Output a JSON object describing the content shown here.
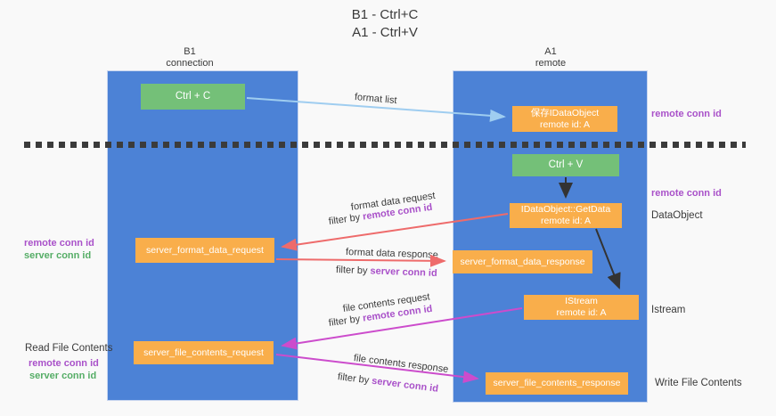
{
  "title": {
    "line1": "B1 - Ctrl+C",
    "line2": "A1 - Ctrl+V"
  },
  "lanes": {
    "left": {
      "name": "B1",
      "role": "connection"
    },
    "right": {
      "name": "A1",
      "role": "remote"
    }
  },
  "nodes": {
    "ctrl_c": "Ctrl + C",
    "ctrl_v": "Ctrl + V",
    "save_idataobject": {
      "line1": "保存IDataObject",
      "line2": "remote id: A"
    },
    "getdata": {
      "line1": "IDataObject::GetData",
      "line2": "remote id: A"
    },
    "istream": {
      "line1": "IStream",
      "line2": "remote id: A"
    },
    "format_request": "server_format_data_request",
    "format_response": "server_format_data_response",
    "file_request": "server_file_contents_request",
    "file_response": "server_file_contents_response"
  },
  "side_labels": {
    "remote_conn_id": "remote conn id",
    "server_conn_id": "server conn id",
    "dataobject": "DataObject",
    "istream": "Istream",
    "read_file_contents": "Read File Contents",
    "write_file_contents": "Write File Contents"
  },
  "flow_labels": {
    "format_list": "format list",
    "format_data_request": "format data request",
    "format_data_response": "format data response",
    "file_contents_request": "file contents request",
    "file_contents_response": "file contents response",
    "filter_by": "filter by",
    "remote_conn_id": "remote conn id",
    "server_conn_id": "server conn id"
  },
  "colors": {
    "background": "#f9f9f9",
    "lane_blue": "#4c82d6",
    "node_orange": "#f9ae4b",
    "node_green": "#74c078",
    "arrow_light_blue": "#9fcdf0",
    "arrow_black": "#333333",
    "arrow_red": "#ee6b6b",
    "arrow_magenta": "#cc4ccc",
    "text_purple": "#a951c9",
    "text_green": "#55ad66",
    "text_dark": "#3a3a3a"
  }
}
